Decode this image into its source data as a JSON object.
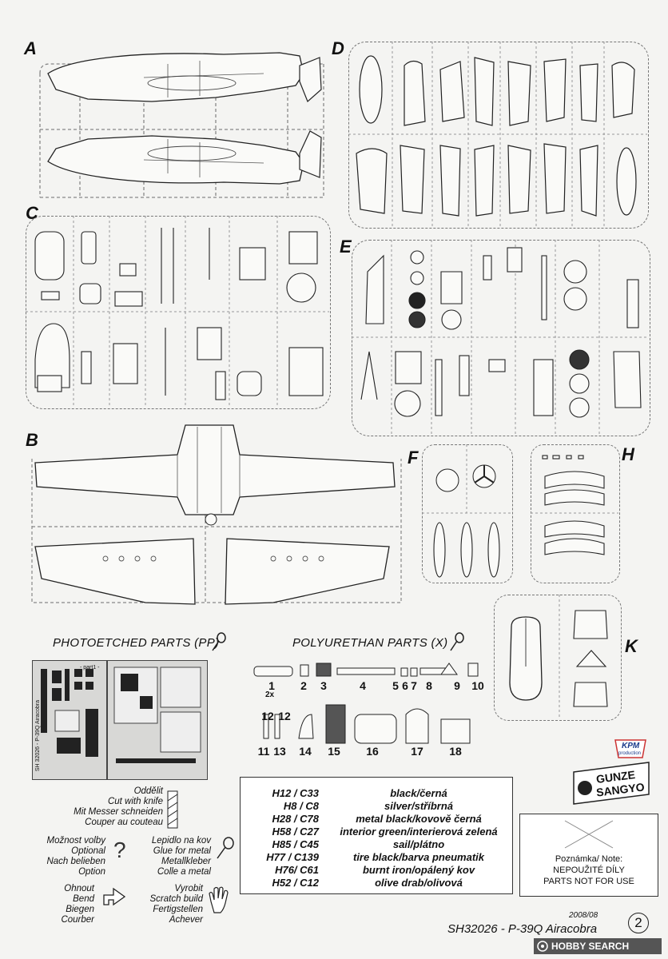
{
  "sprues": {
    "a": "A",
    "b": "B",
    "c": "C",
    "d": "D",
    "e": "E",
    "f": "F",
    "h": "H",
    "k": "K"
  },
  "sections": {
    "photoetched": "PHOTOETCHED PARTS (PP)",
    "polyurethane": "POLYURETHAN PARTS (X)"
  },
  "pe_labels": {
    "sheet1_code": "SH 32026 - P-39Q Airacobra",
    "sheet1_part": "- part1 -"
  },
  "pu_parts": [
    "1",
    "2",
    "3",
    "4",
    "5",
    "6",
    "7",
    "8",
    "9",
    "10",
    "11",
    "12",
    "12",
    "13",
    "14",
    "15",
    "16",
    "17",
    "18"
  ],
  "pu_qty": "2x",
  "legend": {
    "cut": [
      "Oddělit",
      "Cut with knife",
      "Mit Messer schneiden",
      "Couper au couteau"
    ],
    "optional": [
      "Možnost volby",
      "Optional",
      "Nach belieben",
      "Option"
    ],
    "glue": [
      "Lepidlo na kov",
      "Glue for metal",
      "Metallkleber",
      "Colle a metal"
    ],
    "bend": [
      "Ohnout",
      "Bend",
      "Biegen",
      "Courber"
    ],
    "scratch": [
      "Vyrobit",
      "Scratch build",
      "Fertigstellen",
      "Achever"
    ]
  },
  "paints": [
    {
      "code": "H12 / C33",
      "name": "black/černá"
    },
    {
      "code": "H8 / C8",
      "name": "silver/stříbrná"
    },
    {
      "code": "H28 / C78",
      "name": "metal black/kovově černá"
    },
    {
      "code": "H58 / C27",
      "name": "interior green/interierová zelená"
    },
    {
      "code": "H85 / C45",
      "name": "sail/plátno"
    },
    {
      "code": "H77 / C139",
      "name": "tire black/barva pneumatik"
    },
    {
      "code": "H76/ C61",
      "name": "burnt iron/opálený kov"
    },
    {
      "code": "H52 / C12",
      "name": "olive drab/olivová"
    }
  ],
  "note": {
    "line1": "Poznámka/ Note:",
    "line2": "NEPOUŽITÉ DÍLY",
    "line3": "PARTS NOT FOR USE"
  },
  "brands": {
    "kpm": "KPM",
    "kpm_sub": "production",
    "gunze1": "GUNZE",
    "gunze2": "SANGYO"
  },
  "footer": {
    "date": "2008/08",
    "title": "SH32026 - P-39Q Airacobra",
    "page": "2",
    "watermark": "HOBBY SEARCH"
  }
}
